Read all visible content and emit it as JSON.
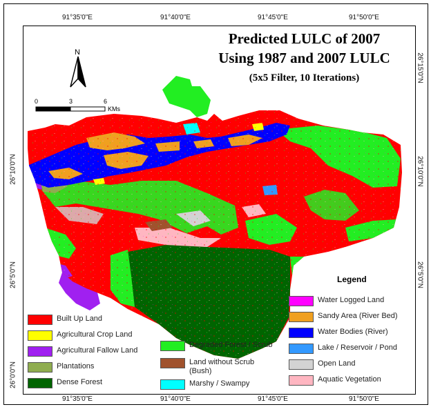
{
  "title": {
    "line1": "Predicted LULC of 2007",
    "line2": "Using 1987 and 2007 LULC",
    "line3": "(5x5 Filter, 10 Iterations)"
  },
  "coords": {
    "top": [
      "91°35'0\"E",
      "91°40'0\"E",
      "91°45'0\"E",
      "91°50'0\"E"
    ],
    "bottom": [
      "91°35'0\"E",
      "91°40'0\"E",
      "91°45'0\"E",
      "91°50'0\"E"
    ],
    "left": [
      "26°10'0\"N",
      "26°5'0\"N",
      "26°0'0\"N"
    ],
    "right": [
      "26°15'0\"N",
      "26°10'0\"N",
      "26°5'0\"N"
    ]
  },
  "north_label": "N",
  "scale": {
    "ticks": [
      "0",
      "3",
      "6"
    ],
    "unit": "KMs"
  },
  "legend": {
    "title": "Legend",
    "items": [
      {
        "label": "Built Up Land",
        "color": "#ff0000"
      },
      {
        "label": "Agricultural Crop Land",
        "color": "#ffff00"
      },
      {
        "label": "Agricultural Fallow Land",
        "color": "#a020f0"
      },
      {
        "label": "Plantations",
        "color": "#8fad4f"
      },
      {
        "label": "Dense Forest",
        "color": "#006400"
      },
      {
        "label": "Degraded Forest / Scrub",
        "color": "#22ee22"
      },
      {
        "label": "Land without Scrub (Bush)",
        "color": "#a0522d"
      },
      {
        "label": "Marshy / Swampy",
        "color": "#00ffff"
      },
      {
        "label": "Water Logged Land",
        "color": "#ff00ff"
      },
      {
        "label": "Sandy Area (River Bed)",
        "color": "#f0a020"
      },
      {
        "label": "Water Bodies (River)",
        "color": "#0000ff"
      },
      {
        "label": "Lake / Reservoir / Pond",
        "color": "#3399ff"
      },
      {
        "label": "Open Land",
        "color": "#d3d3d3"
      },
      {
        "label": "Aquatic Vegetation",
        "color": "#ffb6c1"
      }
    ]
  }
}
